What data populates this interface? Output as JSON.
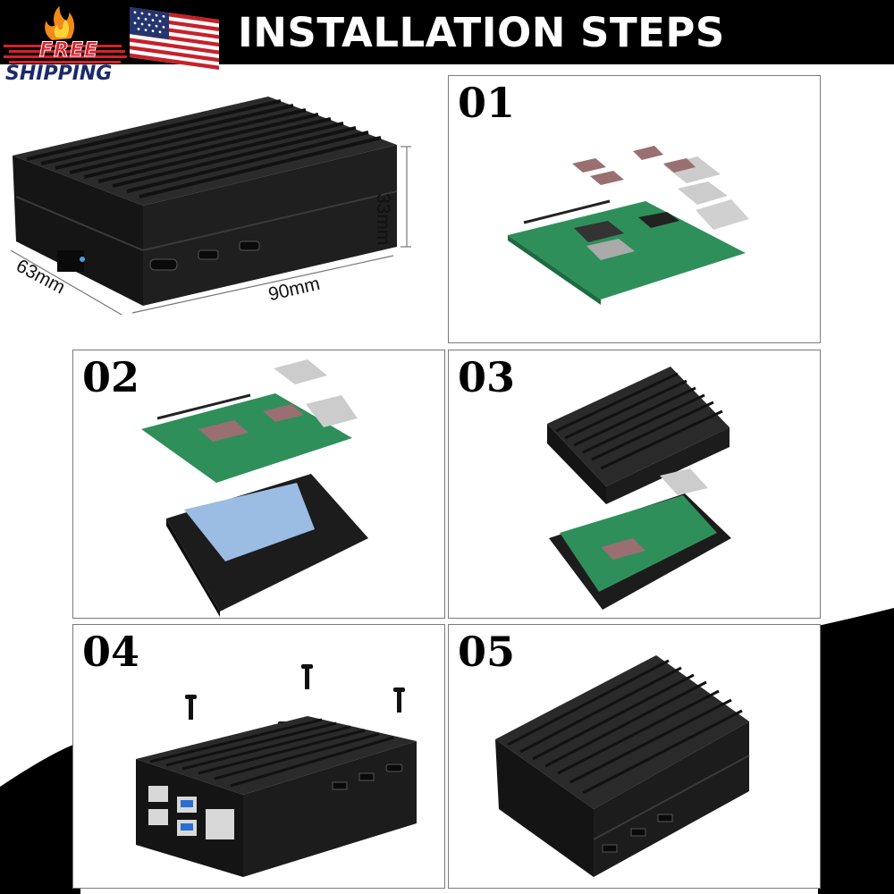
{
  "header": {
    "title": "INSTALLATION STEPS",
    "background": "#000000",
    "title_color": "#ffffff"
  },
  "badge": {
    "line1": "FREE",
    "line2": "SHIPPING",
    "free_color": "#d8202a",
    "shipping_color": "#1b2a6b",
    "icon": "flame-icon"
  },
  "flag": {
    "icon": "us-flag-icon"
  },
  "product": {
    "height_label": "33mm",
    "width_label": "63mm",
    "length_label": "90mm"
  },
  "steps": [
    {
      "number": "01"
    },
    {
      "number": "02"
    },
    {
      "number": "03"
    },
    {
      "number": "04"
    },
    {
      "number": "05"
    }
  ],
  "colors": {
    "case": "#1c1c1c",
    "board": "#3a9a63",
    "thermal_pad": "#9bbce3",
    "heat_pad": "#9a6f72"
  }
}
